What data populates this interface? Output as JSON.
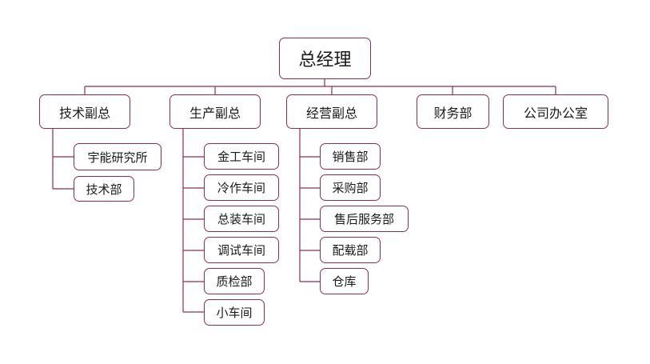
{
  "org_chart": {
    "root": "总经理",
    "departments": [
      {
        "name": "技术副总",
        "children": [
          "宇能研究所",
          "技术部"
        ]
      },
      {
        "name": "生产副总",
        "children": [
          "金工车间",
          "冷作车间",
          "总装车间",
          "调试车间",
          "质检部",
          "小车间"
        ]
      },
      {
        "name": "经营副总",
        "children": [
          "销售部",
          "采购部",
          "售后服务部",
          "配载部",
          "仓库"
        ]
      },
      {
        "name": "财务部",
        "children": []
      },
      {
        "name": "公司办公室",
        "children": []
      }
    ]
  },
  "colors": {
    "border": "#8f2d55",
    "text": "#1a1a1a"
  }
}
